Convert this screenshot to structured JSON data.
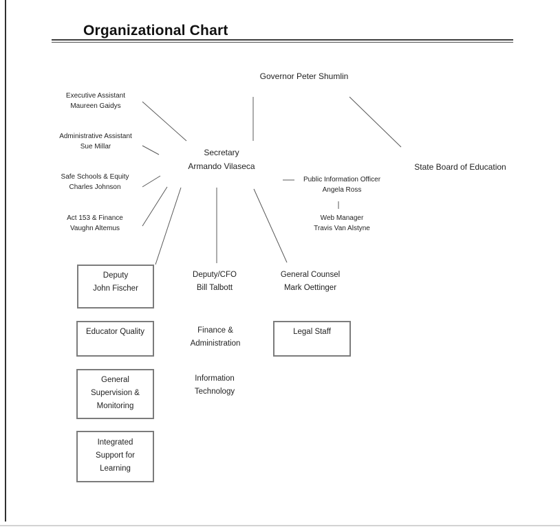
{
  "page": {
    "title": "Organizational Chart"
  },
  "nodes": {
    "governor": {
      "l1": "Governor Peter Shumlin"
    },
    "exec": {
      "l1": "Executive Assistant",
      "l2": "Maureen Gaidys"
    },
    "admin": {
      "l1": "Administrative Assistant",
      "l2": "Sue Millar"
    },
    "safe": {
      "l1": "Safe Schools & Equity",
      "l2": "Charles Johnson"
    },
    "act153": {
      "l1": "Act 153 & Finance",
      "l2": "Vaughn Altemus"
    },
    "secretary": {
      "l1": "Secretary",
      "l2": "Armando Vilaseca"
    },
    "board": {
      "l1": "State Board of Education"
    },
    "pio": {
      "l1": "Public Information Officer",
      "l2": "Angela Ross"
    },
    "web": {
      "l1": "Web Manager",
      "l2": "Travis Van Alstyne"
    },
    "cfo": {
      "l1": "Deputy/CFO",
      "l2": "Bill Talbott"
    },
    "counsel": {
      "l1": "General Counsel",
      "l2": "Mark Oettinger"
    },
    "finance": {
      "l1": "Finance &",
      "l2": "Administration"
    },
    "it": {
      "l1": "Information",
      "l2": "Technology"
    }
  },
  "boxes": {
    "deputy": {
      "l1": "Deputy",
      "l2": "John Fischer"
    },
    "educator": {
      "l1": "Educator Quality"
    },
    "legal": {
      "l1": "Legal Staff"
    },
    "supervision": {
      "l1": "General",
      "l2": "Supervision &",
      "l3": "Monitoring"
    },
    "integrated": {
      "l1": "Integrated",
      "l2": "Support for",
      "l3": "Learning"
    }
  },
  "colors": {
    "text": "#1f1f1f",
    "connector_line": "#585858",
    "box_border": "#7b7b7b",
    "title_rule": "#3d3d3d",
    "page_edge": "#2f2f2f",
    "background": "#ffffff"
  }
}
